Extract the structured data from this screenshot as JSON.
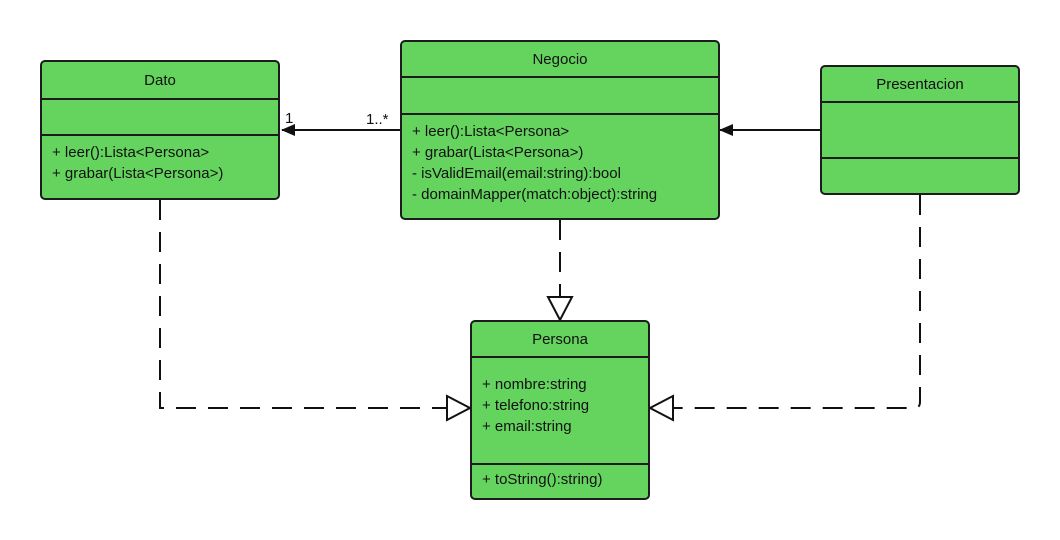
{
  "diagram": {
    "classes": {
      "dato": {
        "name": "Dato",
        "attributes": [],
        "methods": [
          "+ leer():Lista<Persona>",
          "+ grabar(Lista<Persona>)"
        ]
      },
      "negocio": {
        "name": "Negocio",
        "attributes": [],
        "methods": [
          "+ leer():Lista<Persona>",
          "+ grabar(Lista<Persona>)",
          "- isValidEmail(email:string):bool",
          "- domainMapper(match:object):string"
        ]
      },
      "presentacion": {
        "name": "Presentacion",
        "attributes": [],
        "methods": []
      },
      "persona": {
        "name": "Persona",
        "attributes": [
          "+ nombre:string",
          "+ telefono:string",
          "+ email:string"
        ],
        "methods": [
          "+ toString():string)"
        ]
      }
    },
    "relations": [
      {
        "from": "negocio",
        "to": "dato",
        "type": "association",
        "source_multiplicity": "1..*",
        "target_multiplicity": "1"
      },
      {
        "from": "presentacion",
        "to": "negocio",
        "type": "association"
      },
      {
        "from": "dato",
        "to": "persona",
        "type": "dependency"
      },
      {
        "from": "negocio",
        "to": "persona",
        "type": "dependency"
      },
      {
        "from": "presentacion",
        "to": "persona",
        "type": "dependency"
      }
    ],
    "colors": {
      "class_fill": "#64d45e",
      "border": "#1c1c1c",
      "line": "#111111"
    }
  }
}
